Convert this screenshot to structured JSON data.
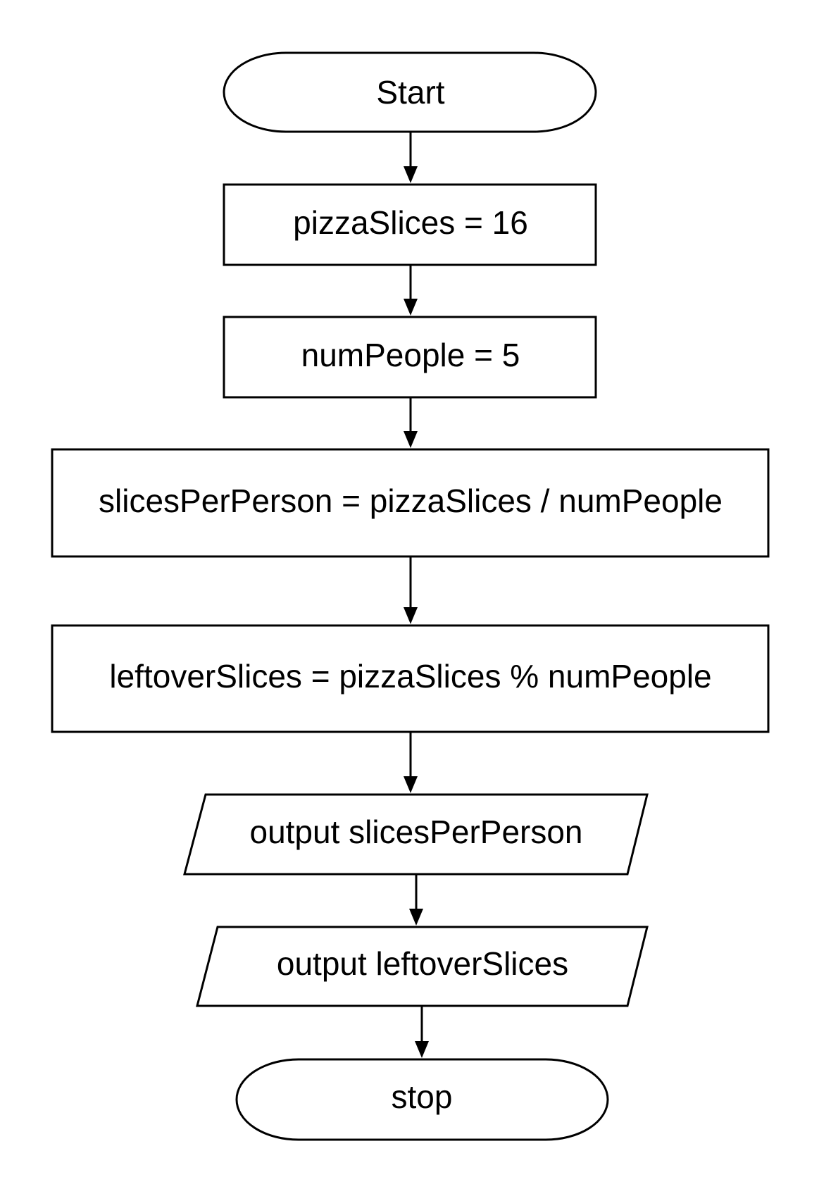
{
  "nodes": [
    {
      "id": "start",
      "type": "terminal",
      "label": "Start"
    },
    {
      "id": "pizza-slices",
      "type": "process",
      "label": "pizzaSlices = 16"
    },
    {
      "id": "num-people",
      "type": "process",
      "label": "numPeople = 5"
    },
    {
      "id": "slices-per-person",
      "type": "process",
      "label": "slicesPerPerson = pizzaSlices / numPeople"
    },
    {
      "id": "leftover-slices",
      "type": "process",
      "label": "leftoverSlices = pizzaSlices % numPeople"
    },
    {
      "id": "output-slices-per-person",
      "type": "io",
      "label": "output slicesPerPerson"
    },
    {
      "id": "output-leftover-slices",
      "type": "io",
      "label": "output leftoverSlices"
    },
    {
      "id": "stop",
      "type": "terminal",
      "label": "stop"
    }
  ],
  "edges": [
    {
      "from": "start",
      "to": "pizza-slices"
    },
    {
      "from": "pizza-slices",
      "to": "num-people"
    },
    {
      "from": "num-people",
      "to": "slices-per-person"
    },
    {
      "from": "slices-per-person",
      "to": "leftover-slices"
    },
    {
      "from": "leftover-slices",
      "to": "output-slices-per-person"
    },
    {
      "from": "output-slices-per-person",
      "to": "output-leftover-slices"
    },
    {
      "from": "output-leftover-slices",
      "to": "stop"
    }
  ]
}
